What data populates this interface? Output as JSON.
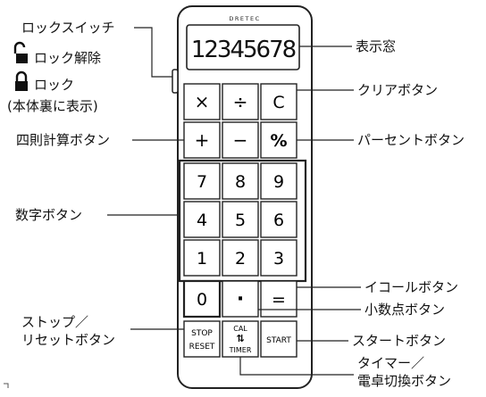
{
  "calculator": {
    "brand": "DRETEC",
    "display_digits": "12345678",
    "keys": {
      "multiply": "×",
      "divide": "÷",
      "clear": "C",
      "plus": "+",
      "minus": "−",
      "percent": "%",
      "d7": "7",
      "d8": "8",
      "d9": "9",
      "d4": "4",
      "d5": "5",
      "d6": "6",
      "d1": "1",
      "d2": "2",
      "d3": "3",
      "d0": "0",
      "dot": "·",
      "equals": "=",
      "stop_line1": "STOP",
      "stop_line2": "RESET",
      "cal_line1": "CAL",
      "cal_arrows": "⇅",
      "cal_line2": "TIMER",
      "start": "START"
    }
  },
  "labels": {
    "lock_switch": "ロックスイッチ",
    "unlock": "ロック解除",
    "lock": "ロック",
    "lock_note": "(本体裏に表示)",
    "four_ops": "四則計算ボタン",
    "digits": "数字ボタン",
    "stop_reset_1": "ストップ／",
    "stop_reset_2": "リセットボタン",
    "display": "表示窓",
    "clear": "クリアボタン",
    "percent": "パーセントボタン",
    "equals": "イコールボタン",
    "decimal": "小数点ボタン",
    "start": "スタートボタン",
    "timer_1": "タイマー／",
    "timer_2": "電卓切換ボタン"
  }
}
